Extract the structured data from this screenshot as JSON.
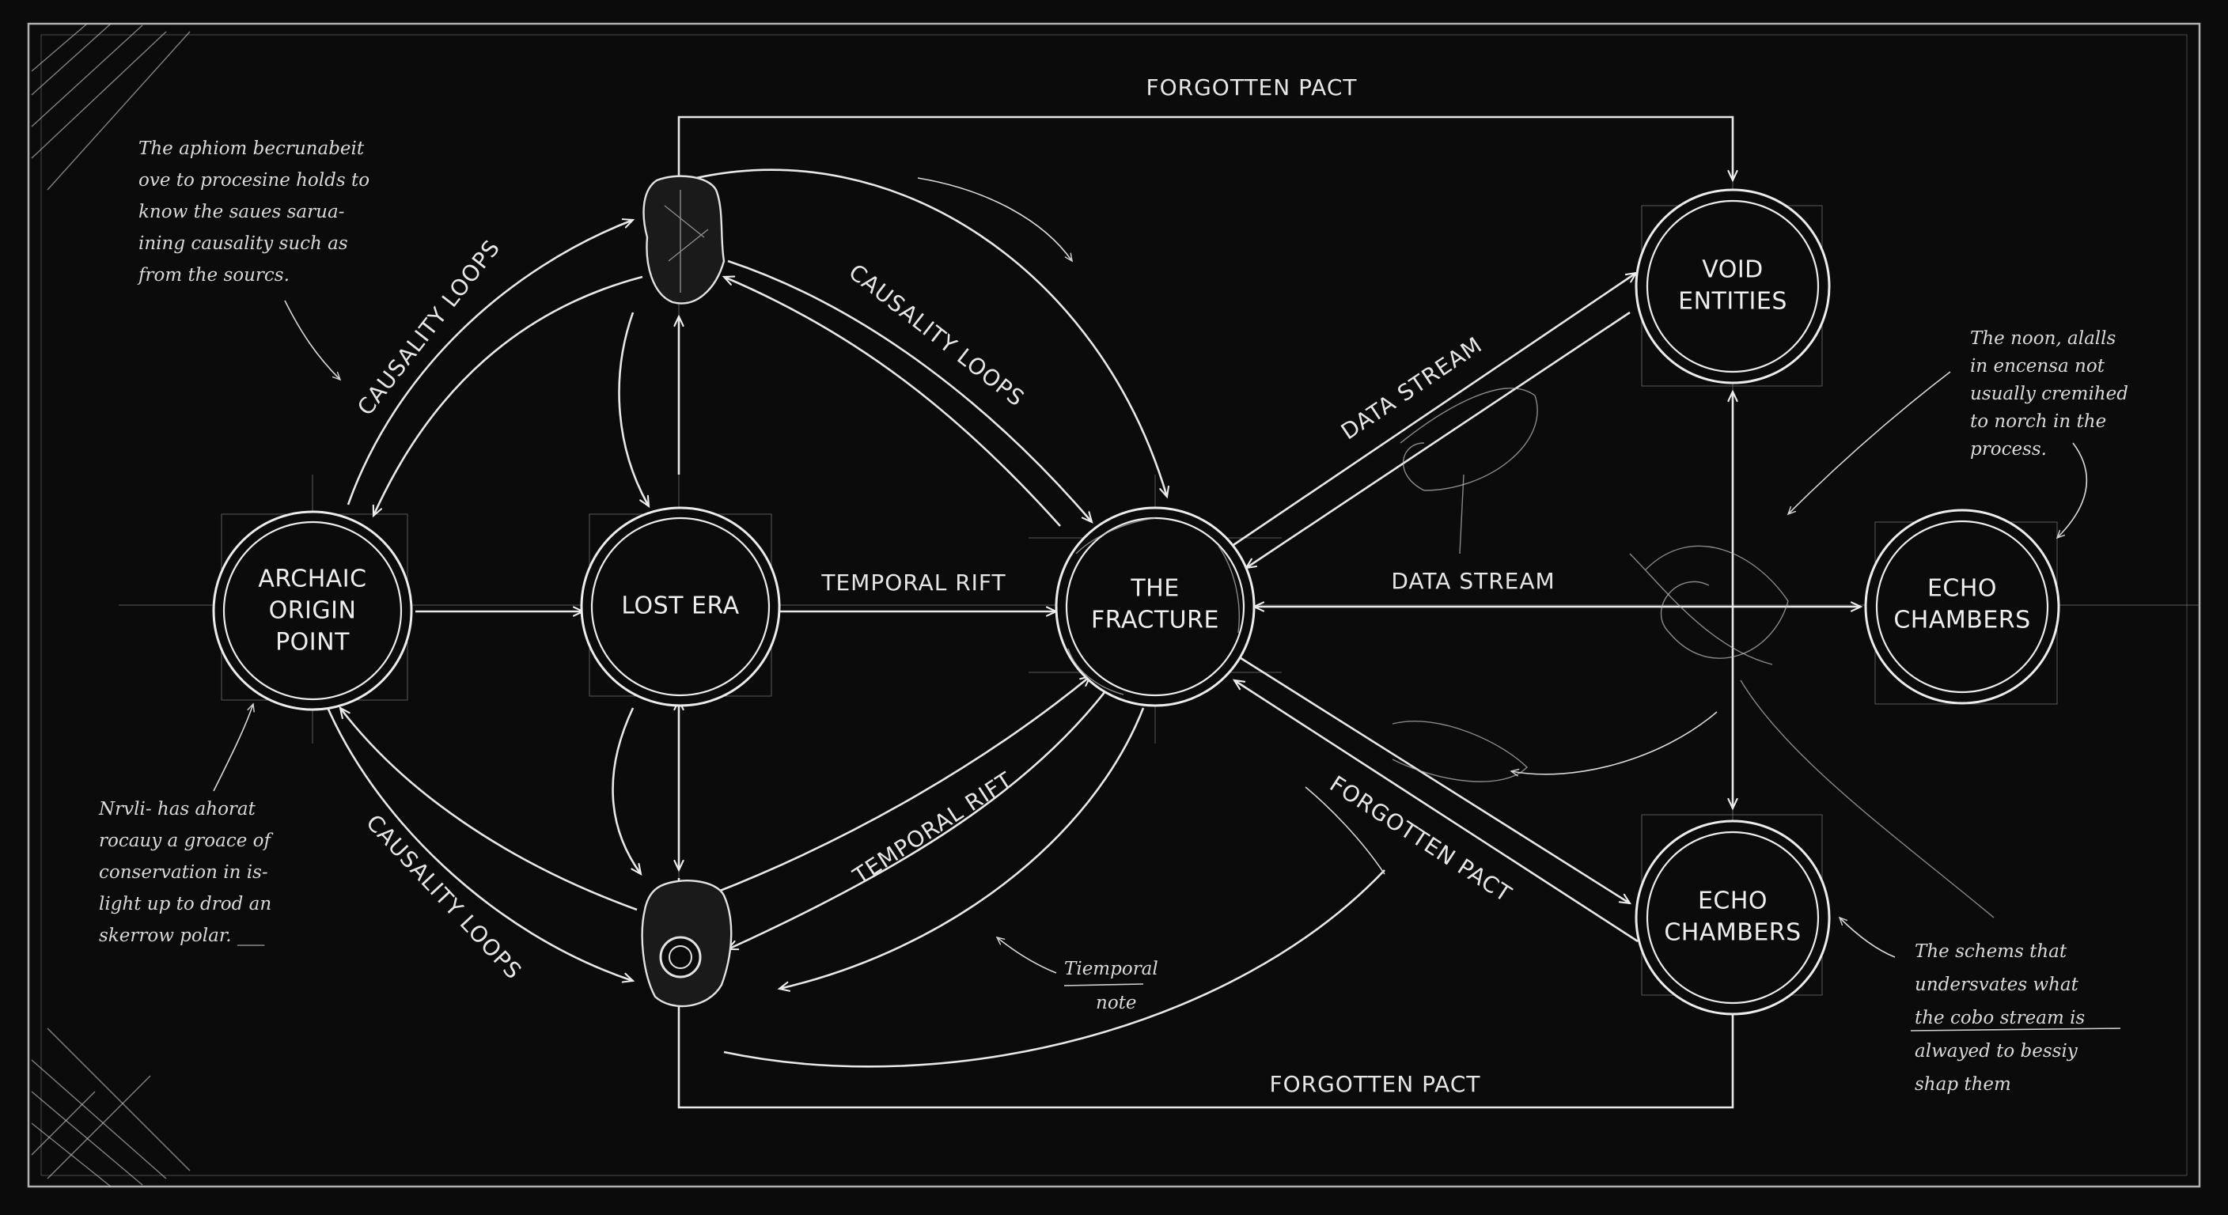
{
  "colors": {
    "background": "#0b0b0b",
    "chalk": "#ececec"
  },
  "nodes": {
    "archaic_origin_point": {
      "lines": [
        "ARCHAIC",
        "ORIGIN",
        "POINT"
      ]
    },
    "lost_era": {
      "lines": [
        "LOST ERA"
      ]
    },
    "the_fracture": {
      "lines": [
        "THE",
        "FRACTURE"
      ]
    },
    "void_entities": {
      "lines": [
        "VOID",
        "ENTITIES"
      ]
    },
    "echo_chambers_right": {
      "lines": [
        "ECHO",
        "CHAMBERS"
      ]
    },
    "echo_chambers_bottom": {
      "lines": [
        "ECHO",
        "CHAMBERS"
      ]
    }
  },
  "edges": {
    "forgotten_pact_top": "FORGOTTEN PACT",
    "forgotten_pact_bottom": "FORGOTTEN PACT",
    "forgotten_pact_diagonal": "FORGOTTEN PACT",
    "causality_loops_upper_left": "CAUSALITY LOOPS",
    "causality_loops_upper_mid": "CAUSALITY LOOPS",
    "causality_loops_lower_left": "CAUSALITY LOOPS",
    "temporal_rift_horizontal": "TEMPORAL RIFT",
    "temporal_rift_diagonal": "TEMPORAL RIFT",
    "data_stream_diagonal": "DATA STREAM",
    "data_stream_horizontal": "DATA STREAM"
  },
  "notes": {
    "top_left": [
      "The aphiom becrunabeit",
      "ove to procesine holds to",
      "know the saues sarua-",
      "ining causality such as",
      "from the sourcs."
    ],
    "bottom_left": [
      "Nrvli- has ahorat",
      "rocauy a groace of",
      "conservation in is-",
      "light up to drod an",
      "skerrow polar. ___"
    ],
    "temporal_note": [
      "Tiemporal",
      "note"
    ],
    "right_top": [
      "The noon, alalls",
      "in encensa not",
      "usually cremihed",
      "to norch in the",
      "process."
    ],
    "right_bottom": [
      "The schems that",
      "undersvates what",
      "the cobo stream is",
      "alwayed to bessiy",
      "shap them"
    ]
  }
}
